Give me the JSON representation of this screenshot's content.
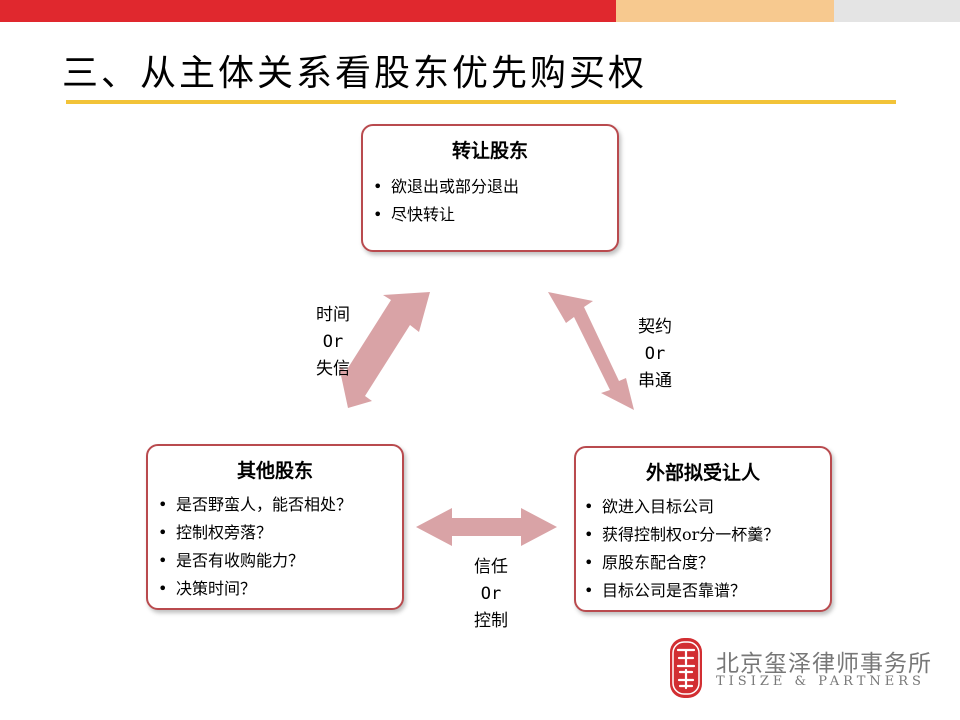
{
  "title": "三、从主体关系看股东优先购买权",
  "colors": {
    "header_red": "#e0282e",
    "header_cream": "#f7c98f",
    "header_grey": "#e4e4e4",
    "title_rule": "#f2c338",
    "box_border": "#b94a4e",
    "arrow_fill": "#d9a3a6"
  },
  "nodes": {
    "transferor": {
      "title": "转让股东",
      "items": [
        "欲退出或部分退出",
        "尽快转让"
      ]
    },
    "other_shareholders": {
      "title": "其他股东",
      "items": [
        "是否野蛮人，能否相处？",
        "控制权旁落？",
        "是否有收购能力？",
        "决策时间？"
      ]
    },
    "external_transferee": {
      "title": "外部拟受让人",
      "items": [
        "欲进入目标公司",
        "获得控制权or分一杯羹？",
        "原股东配合度？",
        "目标公司是否靠谱？"
      ]
    }
  },
  "edges": {
    "left": {
      "line1": "时间",
      "line2": "Or",
      "line3": "失信"
    },
    "right": {
      "line1": "契约",
      "line2": "Or",
      "line3": "串通"
    },
    "bottom": {
      "line1": "信任",
      "line2": "Or",
      "line3": "控制"
    }
  },
  "footer": {
    "firm_cn": "北京玺泽律师事务所",
    "firm_en": "TISIZE & PARTNERS"
  }
}
